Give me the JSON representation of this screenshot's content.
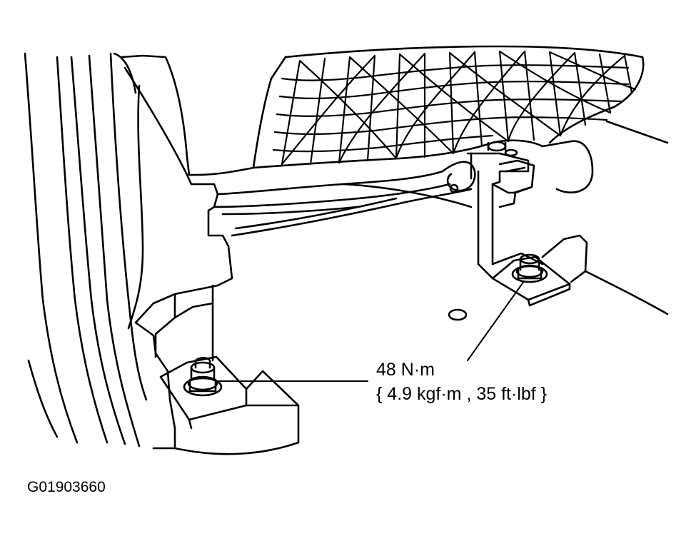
{
  "callout": {
    "torque_nm": "48 N·m",
    "torque_alt": "{ 4.9 kgf·m , 35 ft·lbf }"
  },
  "figure_id": "G01903660",
  "colors": {
    "line": "#000000",
    "background": "#ffffff"
  }
}
